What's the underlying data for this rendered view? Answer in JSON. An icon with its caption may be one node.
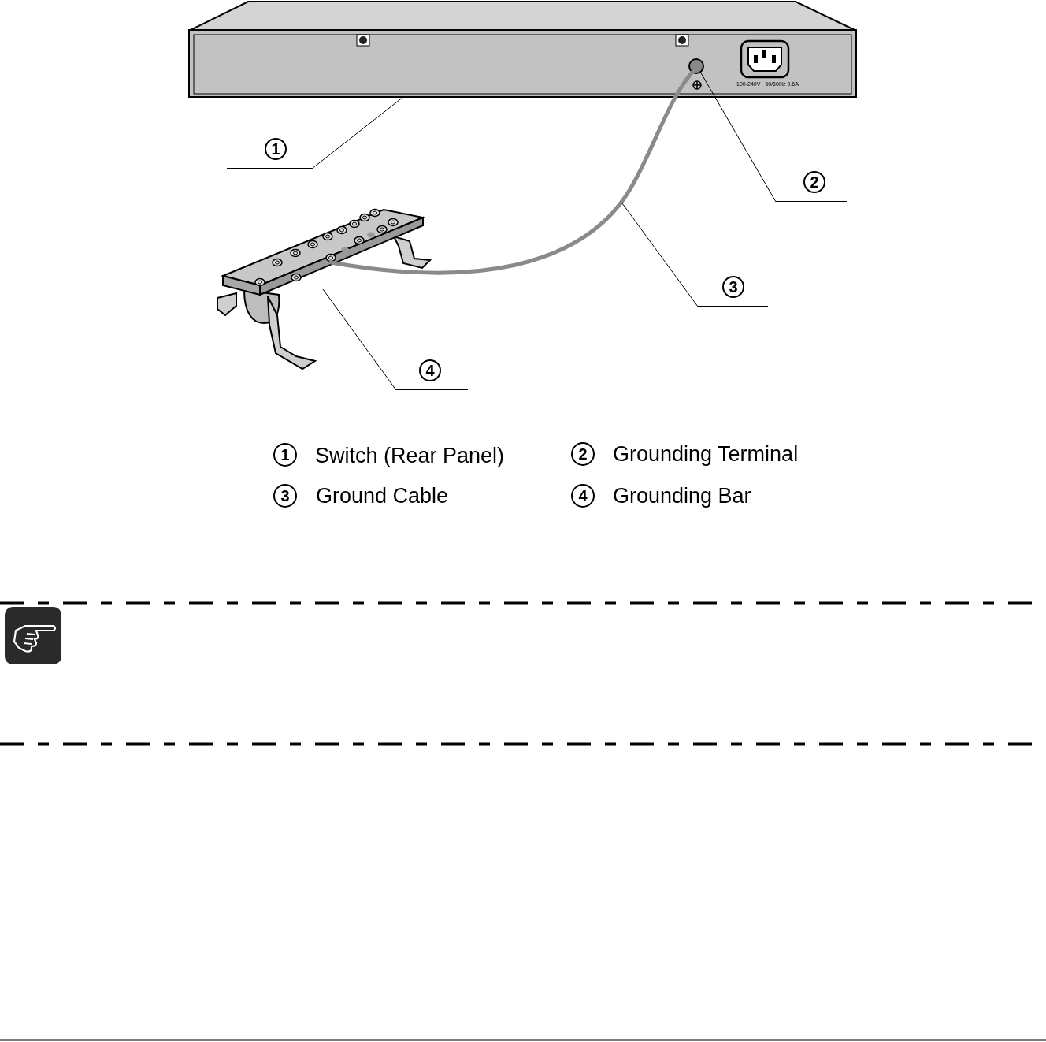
{
  "diagram": {
    "nodes": [
      {
        "text": [
          "1"
        ]
      },
      {
        "text": [],
        "shape": "picture"
      },
      {
        "text": [
          "2"
        ]
      },
      {
        "text": [],
        "shape": "circle",
        "in": 1
      },
      {
        "text": [
          "3"
        ]
      },
      {
        "text": [],
        "shape": "picture"
      },
      {
        "text": [
          "4"
        ]
      },
      {
        "text": [],
        "shape": "picture"
      }
    ],
    "edges": [
      {
        "from": 0,
        "to": 1,
        "arrow": "none"
      },
      {
        "from": 2,
        "to": 3,
        "arrow": "none"
      },
      {
        "from": 4,
        "to": 5,
        "arrow": "none"
      },
      {
        "from": 6,
        "to": 7,
        "arrow": "none"
      }
    ],
    "labels": [
      "100-240V~ 50/60Hz 0.6A",
      "1",
      "Switch (Rear Panel)",
      "2",
      "Grounding Terminal",
      "3",
      "Ground Cable",
      "4",
      "Grounding Bar"
    ]
  }
}
